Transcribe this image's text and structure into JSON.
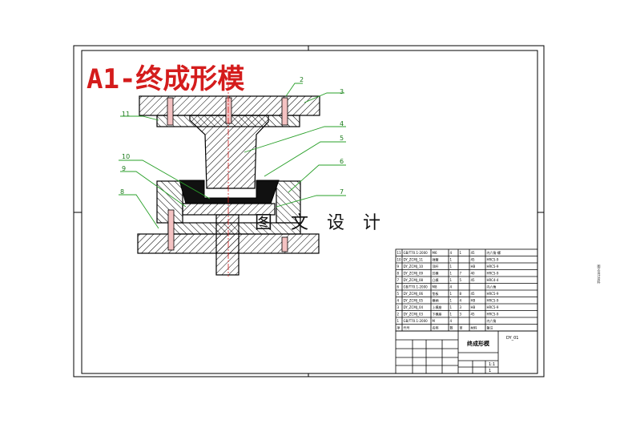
{
  "title": "A1-终成形模",
  "watermark": "图 文 设 计",
  "callouts": [
    {
      "num": "2"
    },
    {
      "num": "3"
    },
    {
      "num": "11"
    },
    {
      "num": "4"
    },
    {
      "num": "5"
    },
    {
      "num": "10"
    },
    {
      "num": "6"
    },
    {
      "num": "9"
    },
    {
      "num": "7"
    },
    {
      "num": "8"
    }
  ],
  "parts_list": {
    "rows": [
      {
        "no": "11",
        "code": "GB/T70.1-2000",
        "name": "M6",
        "qty": "4",
        "extra": "1",
        "material": "45",
        "note": "内六角-螺"
      },
      {
        "no": "10",
        "code": "DY_ZCMJ_11",
        "name": "弹簧",
        "qty": "1",
        "extra": "",
        "material": "45",
        "note": "HRC5-9"
      },
      {
        "no": "9",
        "code": "DY_ZCMJ_10",
        "name": "顶杆",
        "qty": "1",
        "extra": "",
        "material": "HB",
        "note": "HRC5-9"
      },
      {
        "no": "8",
        "code": "DY_ZCMJ_09",
        "name": "凹模",
        "qty": "1",
        "extra": "7",
        "material": "40",
        "note": "HRC5-9"
      },
      {
        "no": "7",
        "code": "DY_ZCMJ_08",
        "name": "凸模",
        "qty": "1",
        "extra": "5",
        "material": "45",
        "note": "HRC4-4"
      },
      {
        "no": "6",
        "code": "GB/T70.1-2000",
        "name": "M8",
        "qty": "4",
        "extra": "",
        "material": "",
        "note": "内六角"
      },
      {
        "no": "5",
        "code": "DY_ZCMJ_06",
        "name": "垫板",
        "qty": "1",
        "extra": "8",
        "material": "45",
        "note": "HRC5-9"
      },
      {
        "no": "4",
        "code": "DY_ZCMJ_05",
        "name": "模柄",
        "qty": "1",
        "extra": "4",
        "material": "HB",
        "note": "HRC5-9"
      },
      {
        "no": "3",
        "code": "DY_ZCMJ_04",
        "name": "上模座",
        "qty": "1",
        "extra": "3",
        "material": "HB",
        "note": "HRC5-9"
      },
      {
        "no": "2",
        "code": "DY_ZCMJ_03",
        "name": "下模座",
        "qty": "1",
        "extra": "3",
        "material": "45",
        "note": "HRC5-9"
      },
      {
        "no": "1",
        "code": "GB/T70.1-2000",
        "name": "M",
        "qty": "4",
        "extra": "",
        "material": "",
        "note": "内六角"
      }
    ],
    "header": {
      "no": "序",
      "code": "代号",
      "name": "名称",
      "qty": "数",
      "extra": "单",
      "material": "材料",
      "note": "备注"
    }
  },
  "title_block": {
    "drawing_name": "终成形模",
    "drawing_code": "DY_01",
    "scale": "1:1",
    "sheet": "1"
  },
  "side_text": "图文设计资料"
}
